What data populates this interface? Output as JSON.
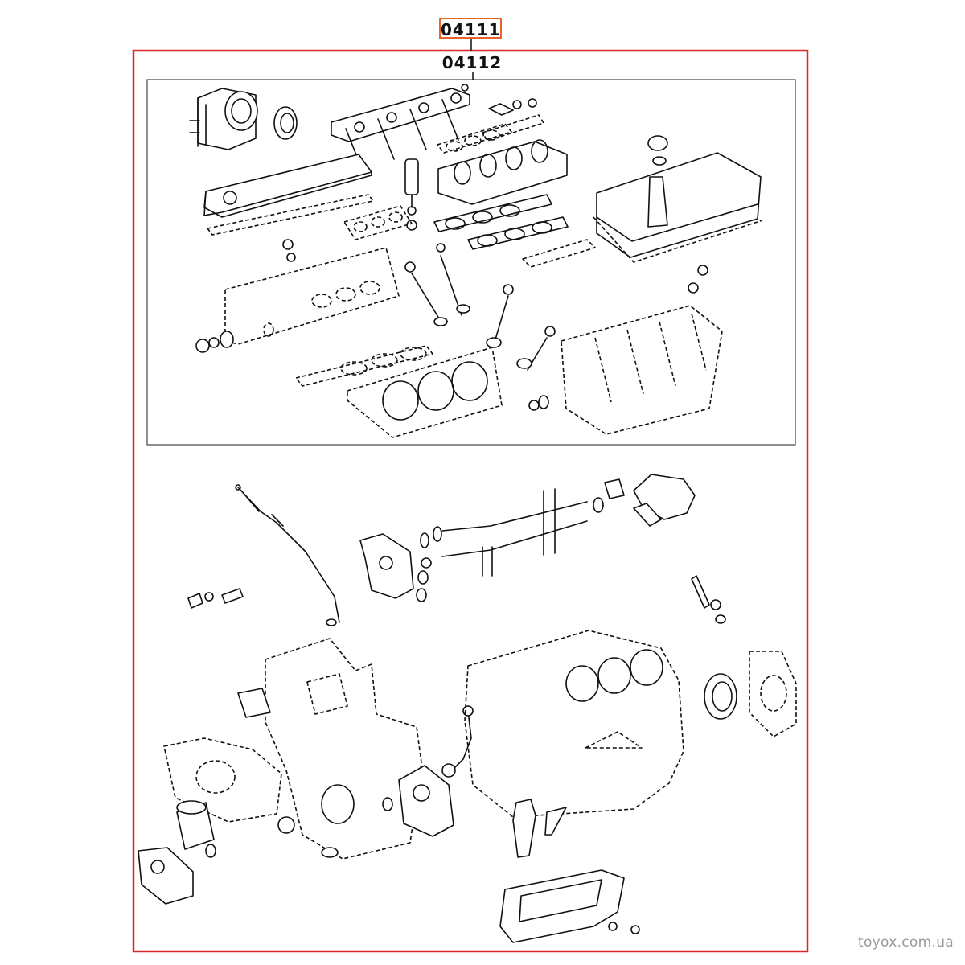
{
  "diagram": {
    "outer_part_code": "04111",
    "inner_part_code": "04112",
    "colors": {
      "outer_frame": "#e0262b",
      "code_highlight": "#e8632a",
      "line": "#111111"
    }
  },
  "watermark": {
    "text": "toyox.com.ua"
  }
}
